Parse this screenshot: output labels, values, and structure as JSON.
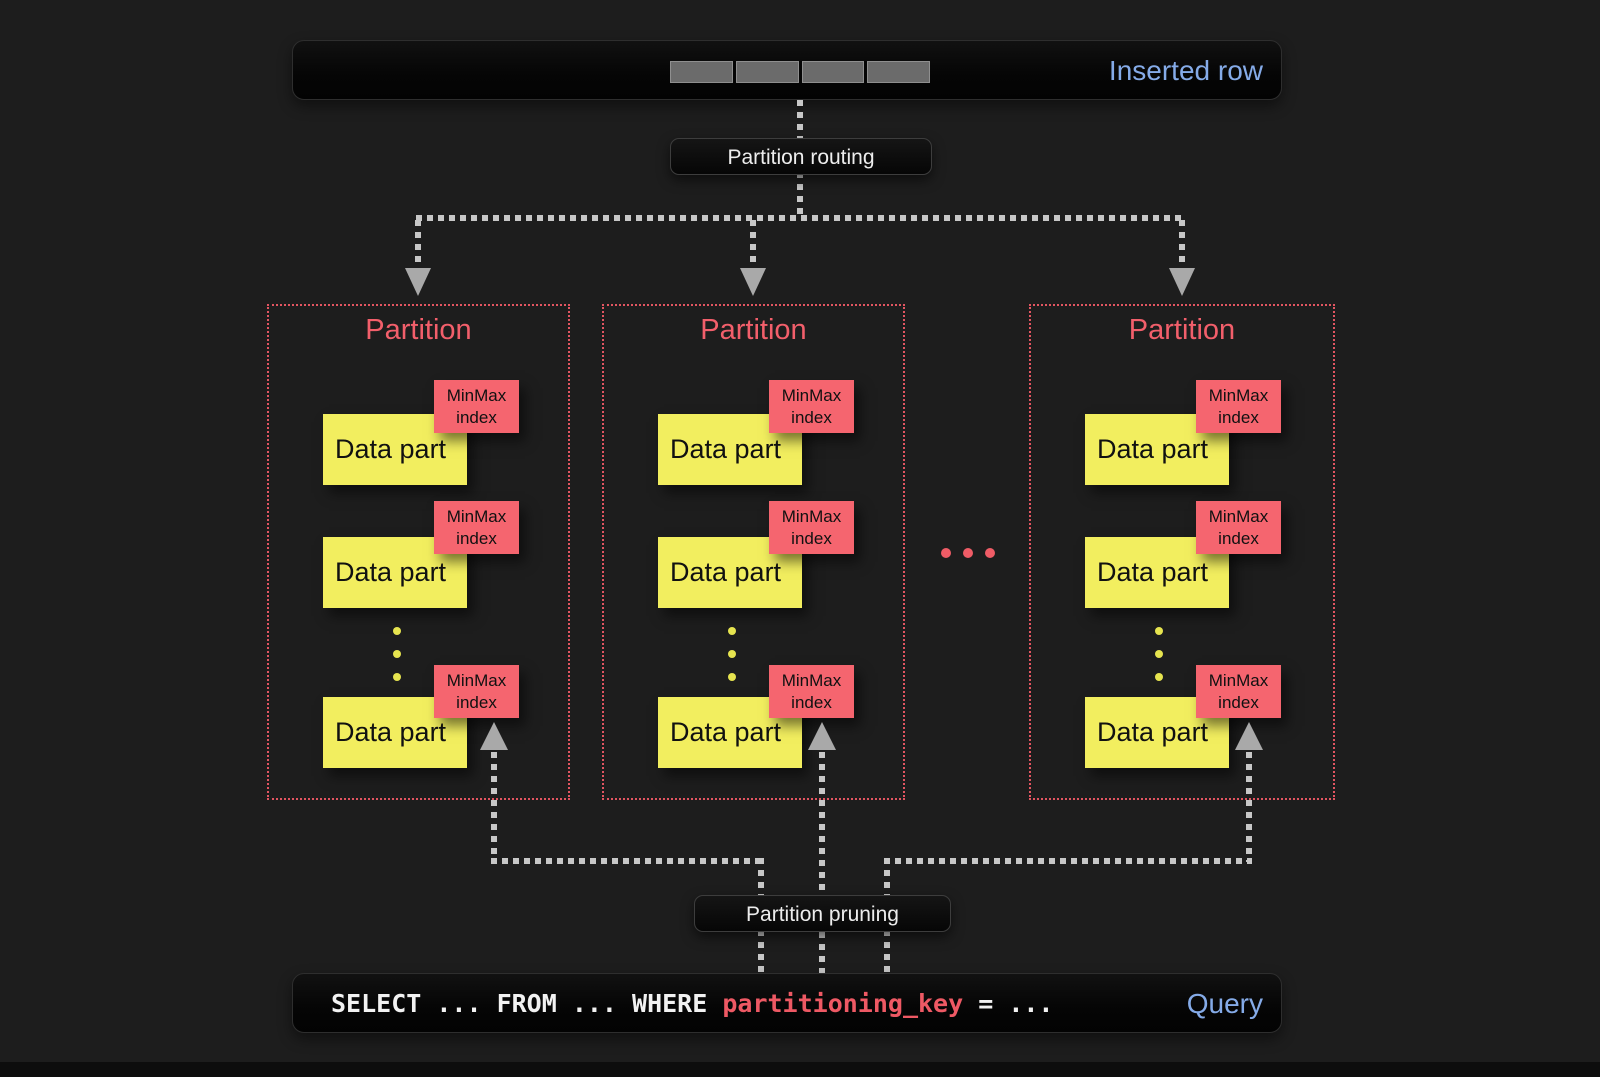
{
  "colors": {
    "background": "#1d1d1d",
    "bar_background": "#070707",
    "accent_blue": "#85abe8",
    "partition_red": "#f25f6b",
    "minmax_box_red": "#f5656f",
    "data_part_yellow": "#f2ee5f",
    "dash_gray": "#c7c7c7",
    "arrow_gray": "#a9a9a9",
    "sql_key_red": "#ee5964",
    "segment_gray": "#6b6b6b"
  },
  "inserted_row_bar": {
    "label": "Inserted row",
    "segment_count": 4
  },
  "routing_label": "Partition routing",
  "pruning_label": "Partition pruning",
  "partitions": [
    {
      "title": "Partition",
      "parts": [
        {
          "part_label": "Data part",
          "index_label": "MinMax index"
        },
        {
          "part_label": "Data part",
          "index_label": "MinMax index"
        },
        {
          "part_label": "Data part",
          "index_label": "MinMax index"
        }
      ]
    },
    {
      "title": "Partition",
      "parts": [
        {
          "part_label": "Data part",
          "index_label": "MinMax index"
        },
        {
          "part_label": "Data part",
          "index_label": "MinMax index"
        },
        {
          "part_label": "Data part",
          "index_label": "MinMax index"
        }
      ]
    },
    {
      "title": "Partition",
      "parts": [
        {
          "part_label": "Data part",
          "index_label": "MinMax index"
        },
        {
          "part_label": "Data part",
          "index_label": "MinMax index"
        },
        {
          "part_label": "Data part",
          "index_label": "MinMax index"
        }
      ]
    }
  ],
  "query_bar": {
    "sql_prefix": "SELECT ... FROM ... WHERE ",
    "sql_key": "partitioning_key",
    "sql_suffix": " = ...",
    "label": "Query"
  }
}
